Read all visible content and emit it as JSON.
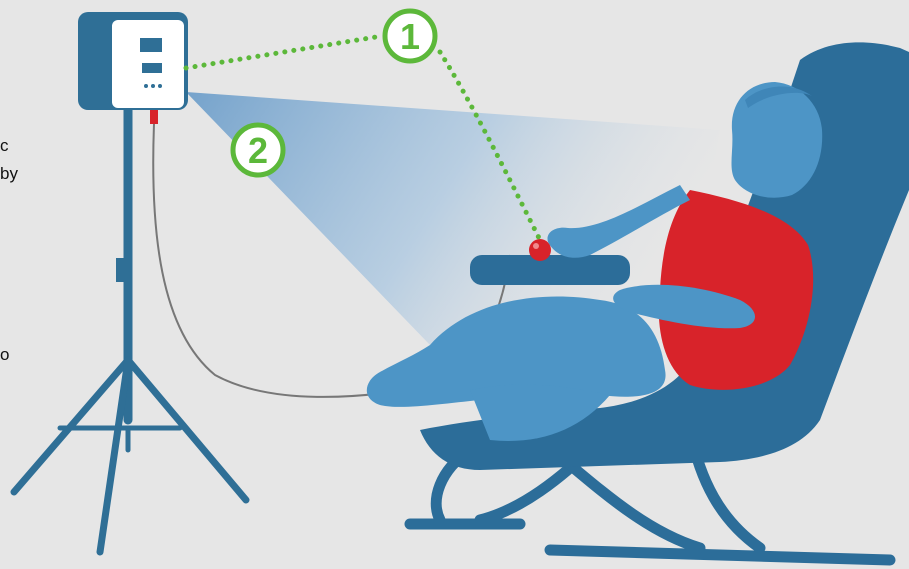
{
  "colors": {
    "background": "#e6e6e6",
    "device_blue": "#2f6f96",
    "person_blue": "#4d95c6",
    "chair_blue": "#2c6d99",
    "shirt_red": "#d8232a",
    "marker_green": "#5cb83a",
    "light_beam": "#7aa9cf"
  },
  "markers": [
    {
      "number": "1",
      "meaning": ""
    },
    {
      "number": "2",
      "meaning": ""
    }
  ],
  "cropped_text": {
    "line_1": "c",
    "line_2": "by",
    "line_3": "o"
  },
  "icons": [
    "light-therapy-device-icon",
    "tripod-icon",
    "reclining-chair-icon",
    "patient-figure-icon",
    "hand-switch-icon"
  ]
}
